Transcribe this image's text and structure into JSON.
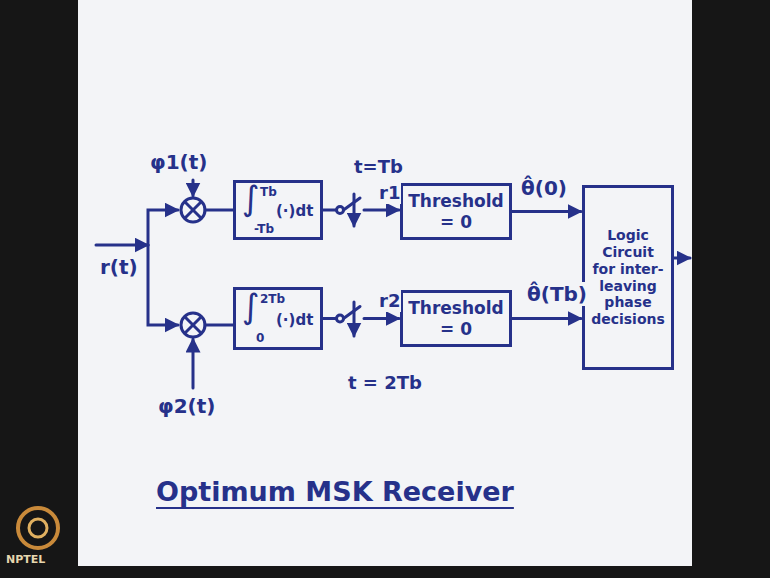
{
  "diagram": {
    "caption": "Optimum MSK Receiver",
    "nodes": [
      {
        "text": [
          "∫",
          "Tb",
          "-Tb",
          "(·)dt"
        ]
      },
      {
        "text": [
          "Threshold = 0"
        ]
      },
      {
        "text": [
          "∫",
          "2Tb",
          "0",
          "(·)dt"
        ]
      },
      {
        "text": [
          "Threshold = 0"
        ]
      },
      {
        "text": [
          "Logic Circuit for inter-leaving phase decisions"
        ]
      }
    ],
    "edges": [
      {
        "from": 0,
        "to": 1,
        "arrow": "to",
        "label": "r1"
      },
      {
        "from": 2,
        "to": 3,
        "arrow": "to",
        "label": "r2"
      },
      {
        "from": 1,
        "to": 4,
        "arrow": "to",
        "label": "θ̂(0)"
      },
      {
        "from": 3,
        "to": 4,
        "arrow": "to",
        "label": "θ̂(Tb)"
      }
    ],
    "labels": [
      "φ1(t)",
      "φ2(t)",
      "r(t)",
      "t=Tb",
      "t = 2Tb",
      "NPTEL"
    ]
  }
}
